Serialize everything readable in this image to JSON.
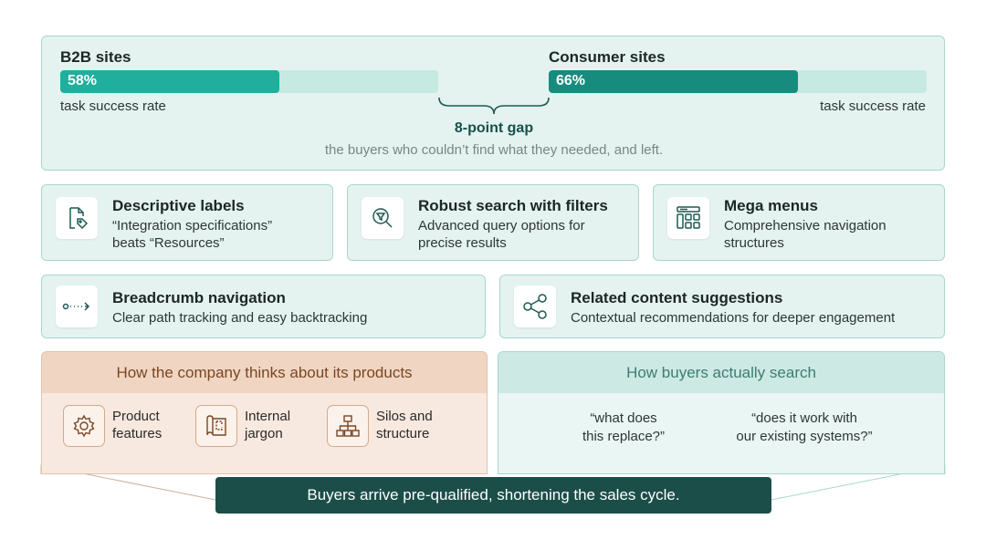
{
  "stats": {
    "b2b": {
      "title": "B2B sites",
      "percent_label": "58%",
      "value": 0.58,
      "subtitle": "task success rate",
      "color": "#1faf9c"
    },
    "consumer": {
      "title": "Consumer sites",
      "percent_label": "66%",
      "value": 0.66,
      "subtitle": "task success rate",
      "color": "#178c7e"
    },
    "gap_title": "8-point gap",
    "gap_description": "the buyers who couldn’t find what they needed, and left."
  },
  "features": [
    {
      "icon": "tagged-document-icon",
      "title": "Descriptive labels",
      "desc1": "“Integration specifications”",
      "desc2": "beats “Resources”"
    },
    {
      "icon": "search-filter-icon",
      "title": "Robust search with filters",
      "desc1": "Advanced query options for",
      "desc2": "precise results"
    },
    {
      "icon": "mega-menu-icon",
      "title": "Mega menus",
      "desc1": "Comprehensive navigation",
      "desc2": "structures"
    },
    {
      "icon": "breadcrumb-path-icon",
      "title": "Breadcrumb navigation",
      "desc1": "Clear path tracking and easy backtracking"
    },
    {
      "icon": "share-nodes-icon",
      "title": "Related content suggestions",
      "desc1": "Contextual recommendations for deeper engagement"
    }
  ],
  "company": {
    "heading": "How the company thinks about its products",
    "items": [
      {
        "icon": "gear-icon",
        "line1": "Product",
        "line2": "features"
      },
      {
        "icon": "blueprint-icon",
        "line1": "Internal",
        "line2": "jargon"
      },
      {
        "icon": "hierarchy-icon",
        "line1": "Silos and",
        "line2": "structure"
      }
    ]
  },
  "buyers": {
    "heading": "How buyers actually search",
    "quotes": [
      {
        "line1": "“what does",
        "line2": "this replace?”"
      },
      {
        "line1": "“does it work with",
        "line2": "our existing systems?”"
      }
    ]
  },
  "result": "Buyers arrive pre-qualified, shortening the sales cycle."
}
